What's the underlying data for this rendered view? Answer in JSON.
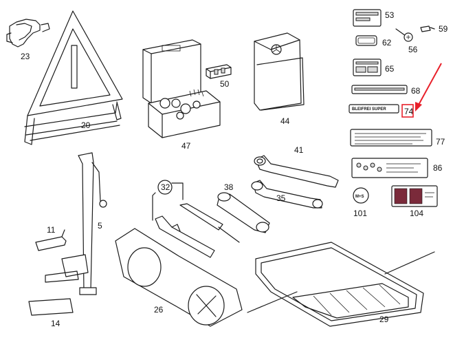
{
  "labels": {
    "n23": "23",
    "n20": "20",
    "n50": "50",
    "n47": "47",
    "n44": "44",
    "n53": "53",
    "n59": "59",
    "n62": "62",
    "n56": "56",
    "n65": "65",
    "n68": "68",
    "n74": "74",
    "n77": "77",
    "n86": "86",
    "n41": "41",
    "n35": "35",
    "n101": "101",
    "n104": "104",
    "n32": "32",
    "n38": "38",
    "n5": "5",
    "n11": "11",
    "n14": "14",
    "n26": "26",
    "n29": "29"
  },
  "decal_texts": {
    "bleifrei": "BLEIFREI SUPER",
    "ms": "M+S"
  },
  "highlight": {
    "part": "74",
    "color": "#e8202a"
  }
}
